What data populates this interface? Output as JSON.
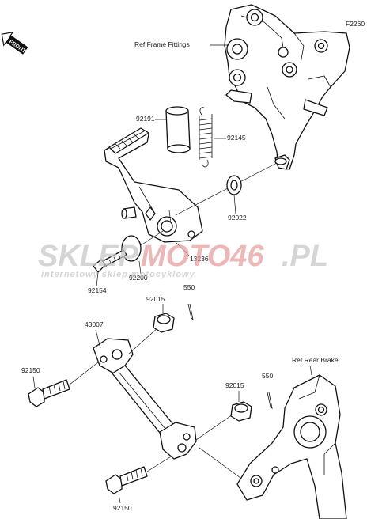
{
  "figure_code": "F2260",
  "front_label": "FRONT",
  "refs": {
    "frame_fittings": "Ref.Frame Fittings",
    "rear_brake": "Ref.Rear Brake"
  },
  "parts": [
    {
      "id": "92191",
      "label": "92191"
    },
    {
      "id": "92145",
      "label": "92145"
    },
    {
      "id": "92022",
      "label": "92022"
    },
    {
      "id": "13236",
      "label": "13236"
    },
    {
      "id": "92200",
      "label": "92200"
    },
    {
      "id": "92154",
      "label": "92154"
    },
    {
      "id": "550a",
      "label": "550"
    },
    {
      "id": "92015a",
      "label": "92015"
    },
    {
      "id": "43007",
      "label": "43007"
    },
    {
      "id": "92150a",
      "label": "92150"
    },
    {
      "id": "92015b",
      "label": "92015"
    },
    {
      "id": "550b",
      "label": "550"
    },
    {
      "id": "92150b",
      "label": "92150"
    }
  ],
  "watermark": {
    "brand_part1": "SKLEP",
    "brand_part2": "MOTO46",
    "brand_part3": ".PL",
    "tagline": "internetowy sklep motocyklowy",
    "color_grey": "#c8c8c8",
    "color_red": "#e6a0a0"
  }
}
